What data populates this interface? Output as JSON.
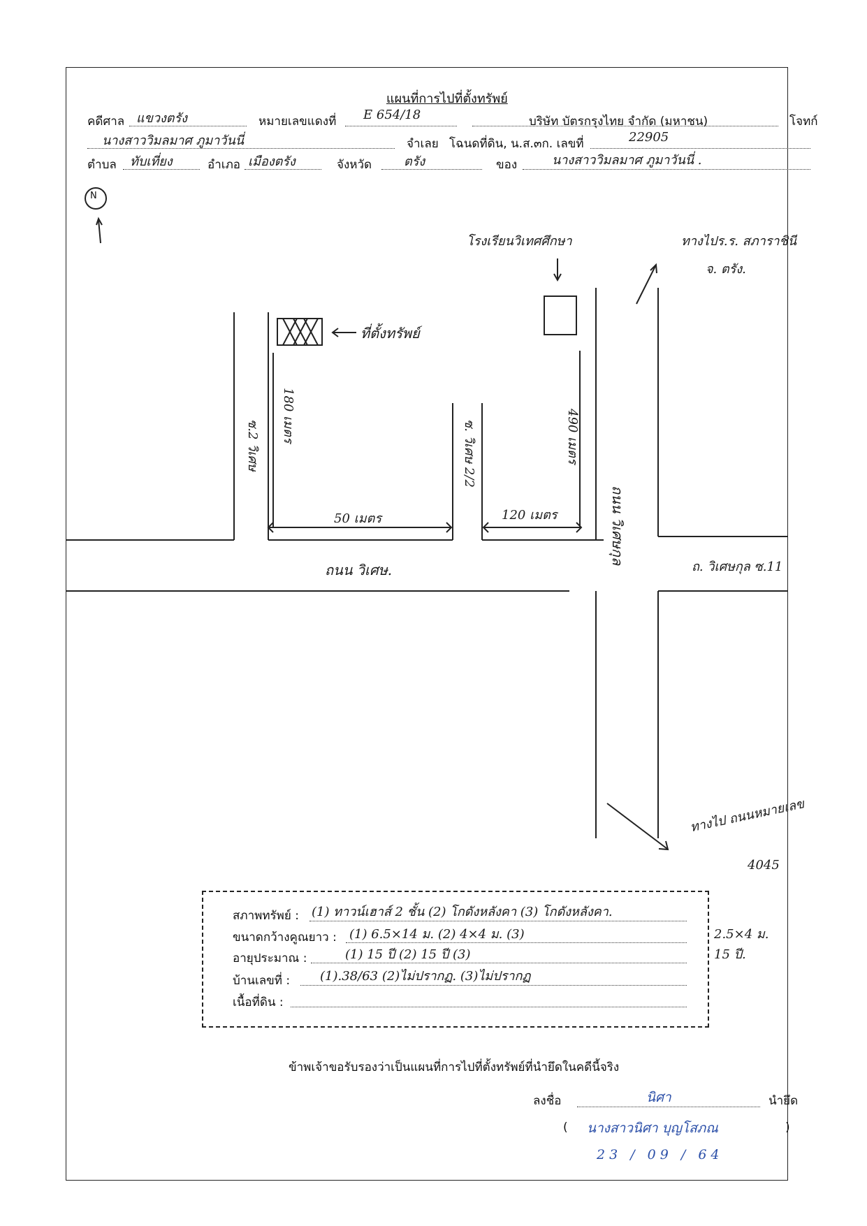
{
  "title": "แผนที่การไปที่ตั้งทรัพย์",
  "header": {
    "court_label": "คดีศาล",
    "court_value": "แขวงตรัง",
    "case_no_label": "หมายเลขแดงที่",
    "case_no_value": "E 654/18",
    "plaintiff_value": "บริษัท บัตรกรุงไทย จำกัด (มหาชน)",
    "plaintiff_label": "โจทก์",
    "defendant_value": "นางสาววิมลมาศ  ภูมาวันนี่",
    "defendant_label": "จำเลย",
    "deed_label": "โฉนดที่ดิน, น.ส.๓ก. เลขที่",
    "deed_value": "22905",
    "subdistrict_label": "ตำบล",
    "subdistrict_value": "ทับเที่ยง",
    "district_label": "อำเภอ",
    "district_value": "เมืองตรัง",
    "province_label": "จังหวัด",
    "province_value": "ตรัง",
    "owner_label": "ของ",
    "owner_value": "นางสาววิมลมาศ  ภูมาวันนี่ ."
  },
  "map": {
    "north": "N",
    "label_school": "โรงเรียนวิเทศศึกษา",
    "label_to_school": "ทางไปร.ร. สภาราชินี",
    "label_to_school_2": "จ. ตรัง.",
    "label_property": "ที่ตั้งทรัพย์",
    "dist_180": "180 เมตร",
    "dist_50": "50 เมตร",
    "dist_120": "120 เมตร",
    "dist_490": "490 เมตร",
    "road_left": "ซ.2 วิเศษ",
    "road_mid": "ซ. วิเศษ 2/2",
    "road_main": "ถนน วิเศษ.",
    "road_vertical": "ถนน วิเศษกุล",
    "road_right": "ถ. วิเศษกุล ซ.11",
    "label_to_highway": "ทางไป ถนนหมายเลข",
    "highway_no": "4045"
  },
  "details": {
    "condition_label": "สภาพทรัพย์ :",
    "condition_value": "(1) ทาวน์เฮาส์ 2 ชั้น   (2) โกดังหลังคา   (3) โกดังหลังคา.",
    "size_label": "ขนาดกว้างคูณยาว :",
    "size_value": "(1) 6.5×14 ม.        (2) 4×4 ม.           (3)",
    "size_extra": "2.5×4 ม.",
    "age_label": "อายุประมาณ :",
    "age_value": "(1)    15 ปี          (2) 15 ปี             (3)",
    "age_extra": "15 ปี.",
    "house_no_label": "บ้านเลขที่ :",
    "house_no_value": "(1).38/63            (2)ไม่ปรากฏ.             (3)ไม่ปรากฏ",
    "land_label": "เนื้อที่ดิน :",
    "land_value": ""
  },
  "certification": "ข้าพเจ้าขอรับรองว่าเป็นแผนที่การไปที่ตั้งทรัพย์ที่นำยึดในคดีนี้จริง",
  "signature": {
    "sign_label": "ลงชื่อ",
    "seizer_label": "นำยึด",
    "sign_value": "นิศา",
    "paren_open": "(",
    "paren_close": ")",
    "name_value": "นางสาวนิศา  บุญโสภณ",
    "date_value": "23 / 09 / 64"
  }
}
